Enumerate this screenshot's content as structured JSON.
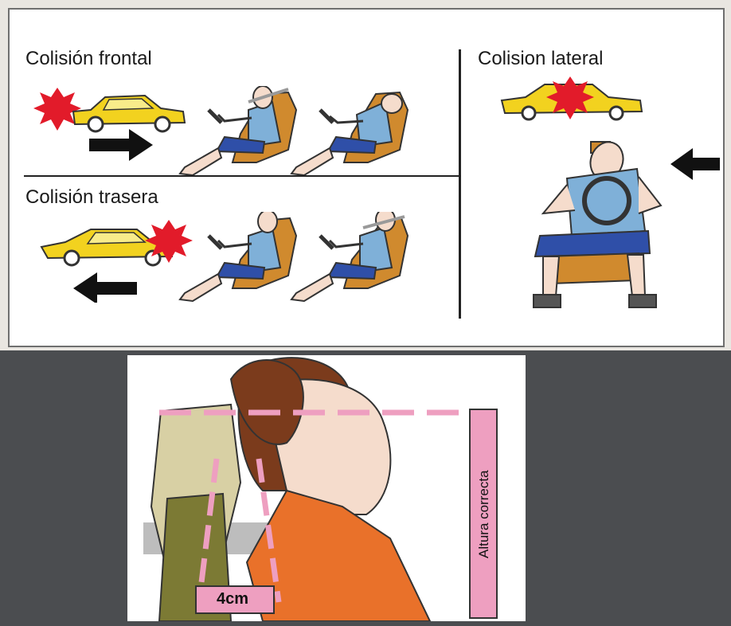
{
  "frontal": {
    "label": "Colisión frontal"
  },
  "trasera": {
    "label": "Colisión trasera"
  },
  "lateral": {
    "label": "Colision lateral"
  },
  "headrest": {
    "distance_label": "4cm",
    "height_label": "Altura correcta"
  },
  "colors": {
    "car": "#f2d21f",
    "impact": "#e21b2a",
    "seat": "#d08a2e",
    "shirt": "#7fb0d8",
    "pants": "#2f4fa8",
    "skin": "#f5dccc",
    "ruler": "#ee9fc0",
    "jacket": "#e9712a",
    "hair": "#7b3b1c",
    "headrest": "#d8d0a4"
  }
}
